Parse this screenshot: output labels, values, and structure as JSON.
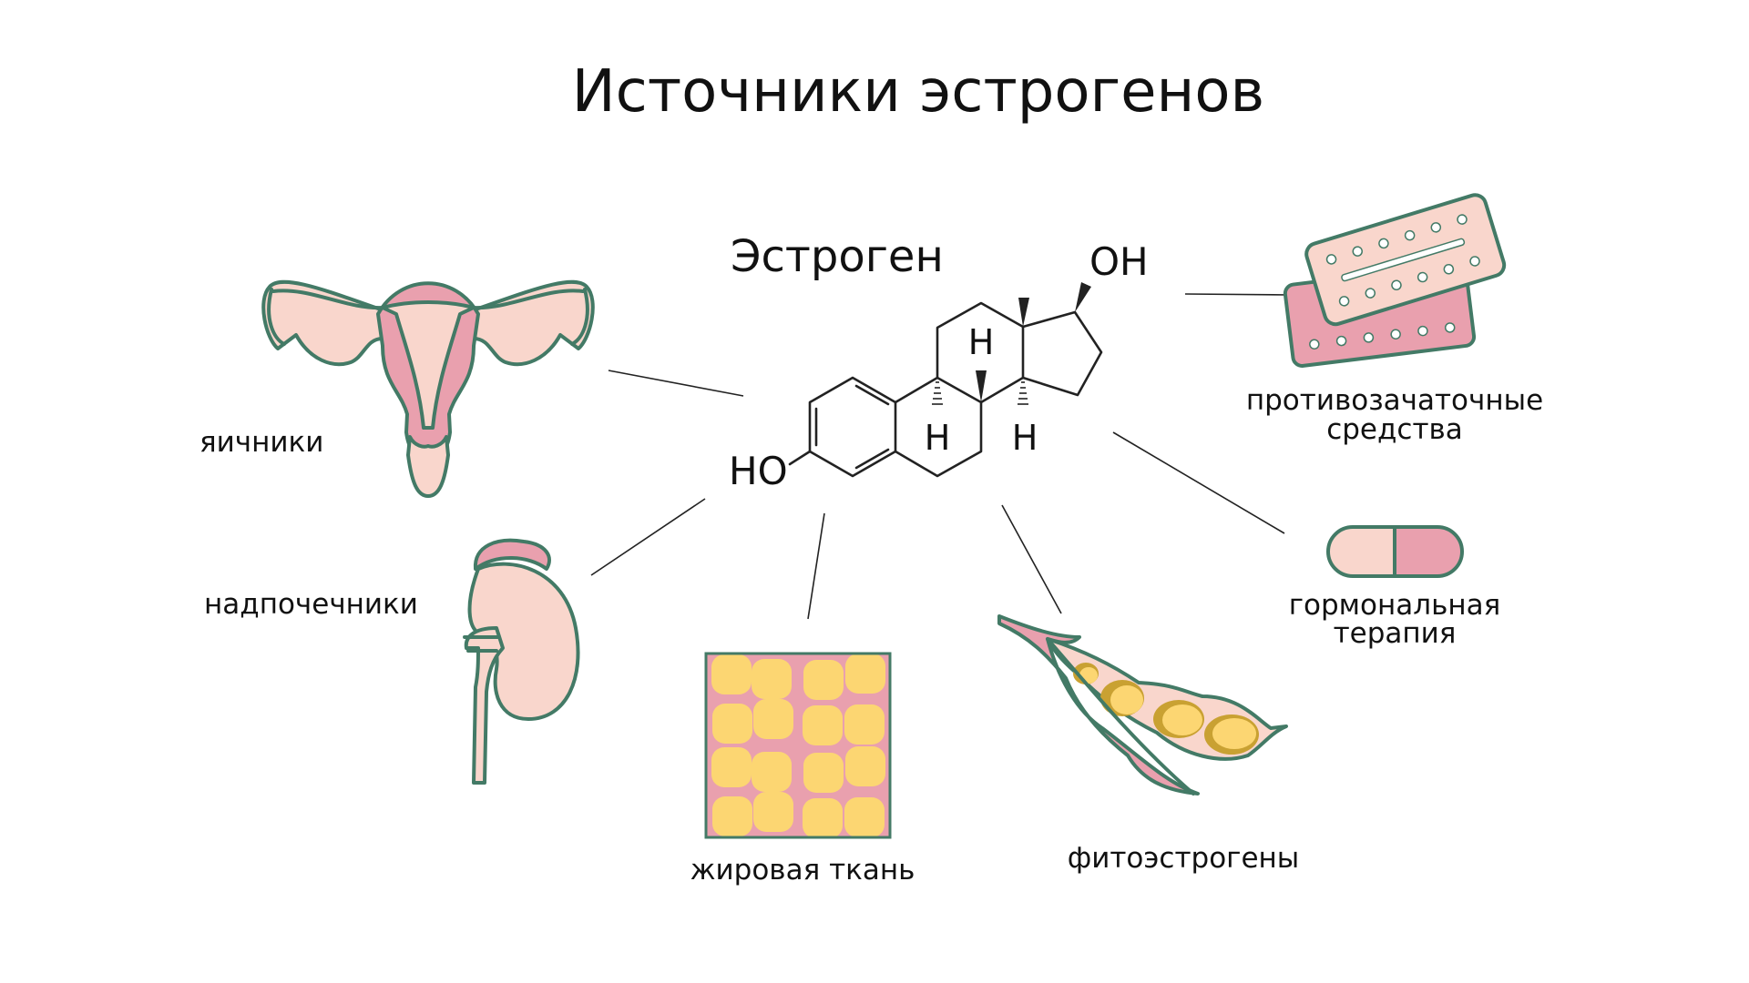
{
  "title": "Источники эстрогенов",
  "molecule": {
    "name": "Эстроген",
    "oh_label": "OH",
    "ho_label": "HO",
    "h_labels": [
      "H",
      "H",
      "H"
    ]
  },
  "sources": {
    "ovaries": "яичники",
    "adrenal": "надпочечники",
    "fat": "жировая ткань",
    "phyto": "фитоэстрогены",
    "contraceptives": [
      "противозачаточные",
      "средства"
    ],
    "hormone_therapy": [
      "гормональная",
      "терапия"
    ]
  },
  "colors": {
    "outline": "#437a66",
    "pink": "#e9a0ae",
    "light_pink": "#f9d6cc",
    "yellow": "#fcd672",
    "gold": "#c9a132"
  }
}
